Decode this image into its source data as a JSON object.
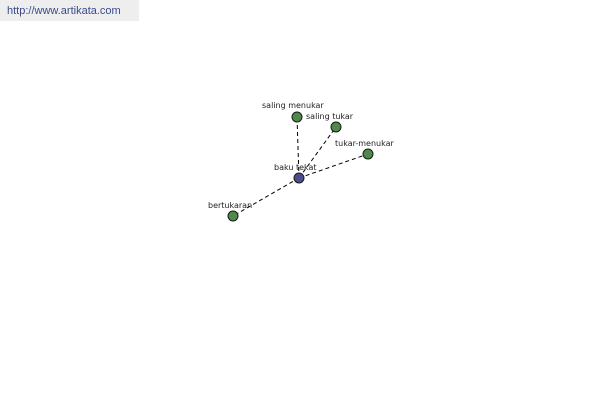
{
  "header": {
    "url_text": "http://www.artikata.com"
  },
  "colors": {
    "center_node": "#4a4f8c",
    "leaf_node": "#4f8a4a",
    "node_stroke": "#1a1a1a",
    "edge": "#000000",
    "url_background": "#eeeeee"
  },
  "graph": {
    "center": {
      "id": "baku-tekat",
      "label": "baku tekat"
    },
    "nodes": [
      {
        "id": "saling-menukar",
        "label": "saling menukar"
      },
      {
        "id": "saling-tukar",
        "label": "saling tukar"
      },
      {
        "id": "tukar-menukar",
        "label": "tukar-menukar"
      },
      {
        "id": "bertukaran",
        "label": "bertukaran"
      }
    ]
  }
}
